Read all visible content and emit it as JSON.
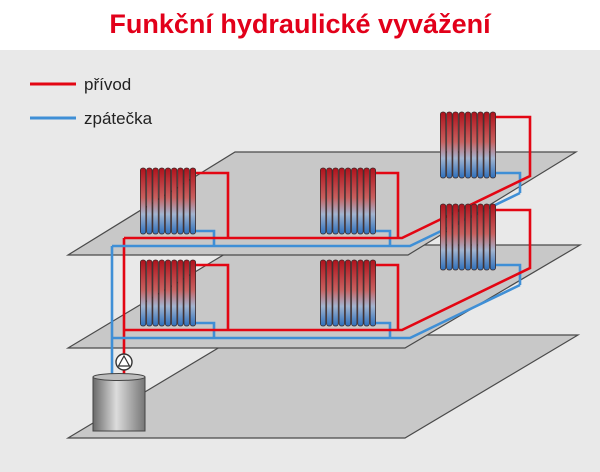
{
  "title": "Funkční hydraulické vyvážení",
  "legend": [
    {
      "label": "přívod",
      "color": "#e30613"
    },
    {
      "label": "zpátečka",
      "color": "#3f8fd6"
    }
  ],
  "colors": {
    "title": "#e2001a",
    "supply": "#e30613",
    "return": "#3f8fd6",
    "floor": "#c8c8c8",
    "background": "#e9e9e9"
  }
}
